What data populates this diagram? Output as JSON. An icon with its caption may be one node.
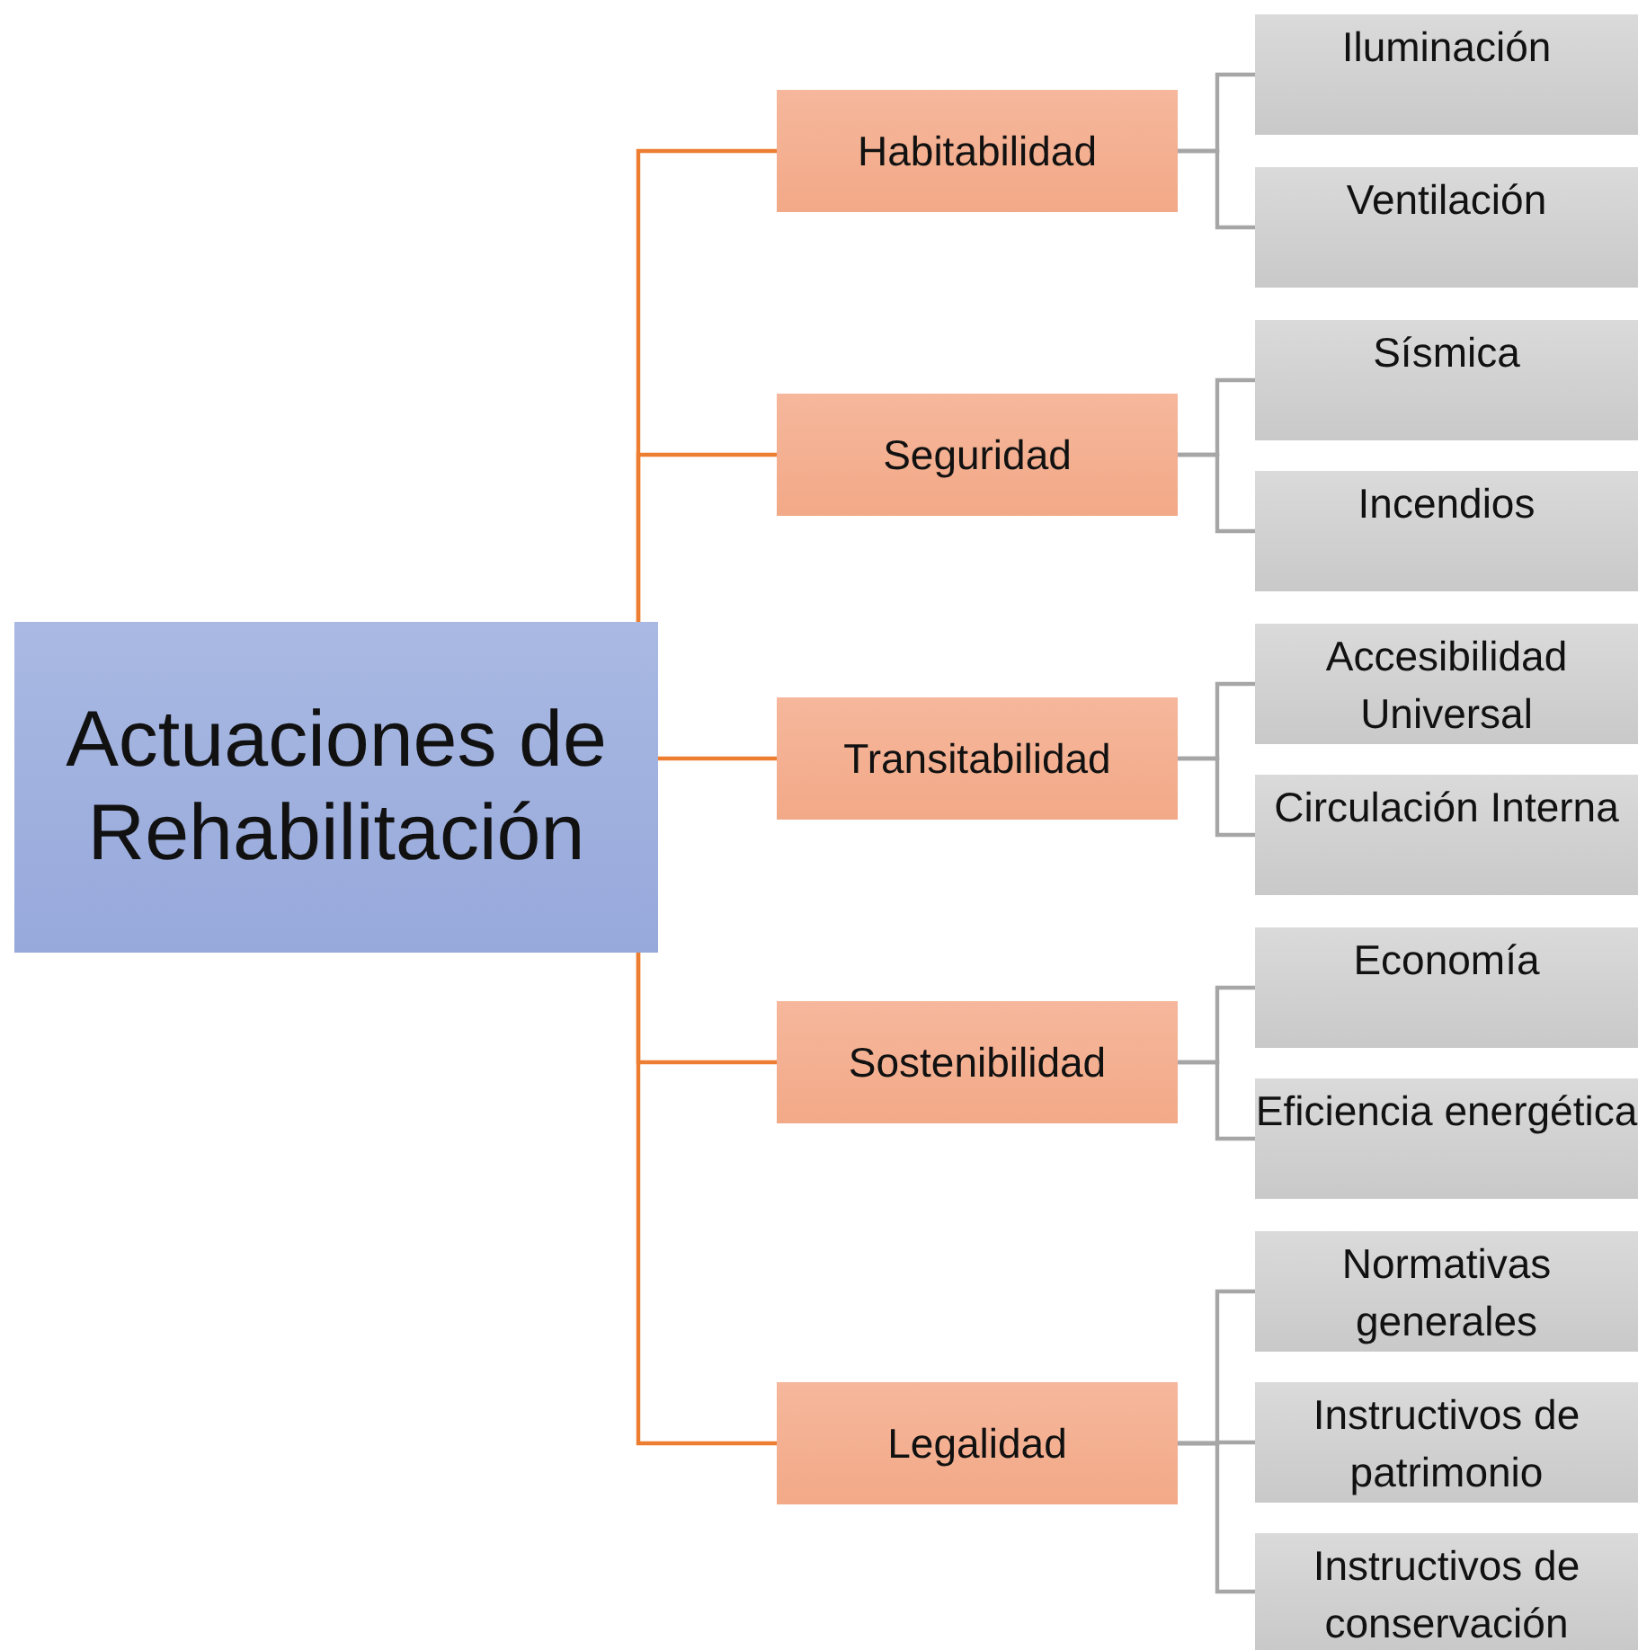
{
  "diagram": {
    "nodes": [
      {
        "text": [
          "Actuaciones de Rehabilitación"
        ]
      },
      {
        "text": [
          "Habitabilidad"
        ]
      },
      {
        "text": [
          "Iluminación"
        ]
      },
      {
        "text": [
          "Ventilación"
        ]
      },
      {
        "text": [
          "Seguridad"
        ]
      },
      {
        "text": [
          "Sísmica"
        ]
      },
      {
        "text": [
          "Incendios"
        ]
      },
      {
        "text": [
          "Transitabilidad"
        ]
      },
      {
        "text": [
          "Accesibilidad Universal"
        ]
      },
      {
        "text": [
          "Circulación Interna"
        ]
      },
      {
        "text": [
          "Sostenibilidad"
        ]
      },
      {
        "text": [
          "Economía"
        ]
      },
      {
        "text": [
          "Eficiencia energética"
        ]
      },
      {
        "text": [
          "Legalidad"
        ]
      },
      {
        "text": [
          "Normativas generales"
        ]
      },
      {
        "text": [
          "Instructivos de patrimonio"
        ]
      },
      {
        "text": [
          "Instructivos de conservación"
        ]
      }
    ],
    "edges": [
      {
        "from": 0,
        "to": 1,
        "arrow": "none",
        "color": "#ed7d31"
      },
      {
        "from": 0,
        "to": 4,
        "arrow": "none",
        "color": "#ed7d31"
      },
      {
        "from": 0,
        "to": 7,
        "arrow": "none",
        "color": "#ed7d31"
      },
      {
        "from": 0,
        "to": 10,
        "arrow": "none",
        "color": "#ed7d31"
      },
      {
        "from": 0,
        "to": 13,
        "arrow": "none",
        "color": "#ed7d31"
      },
      {
        "from": 1,
        "to": 2,
        "arrow": "none"
      },
      {
        "from": 1,
        "to": 3,
        "arrow": "none"
      },
      {
        "from": 4,
        "to": 5,
        "arrow": "none"
      },
      {
        "from": 4,
        "to": 6,
        "arrow": "none"
      },
      {
        "from": 7,
        "to": 8,
        "arrow": "none"
      },
      {
        "from": 7,
        "to": 9,
        "arrow": "none"
      },
      {
        "from": 10,
        "to": 11,
        "arrow": "none"
      },
      {
        "from": 10,
        "to": 12,
        "arrow": "none"
      },
      {
        "from": 13,
        "to": 14,
        "arrow": "none"
      },
      {
        "from": 13,
        "to": 15,
        "arrow": "none"
      },
      {
        "from": 13,
        "to": 16,
        "arrow": "none"
      }
    ]
  }
}
